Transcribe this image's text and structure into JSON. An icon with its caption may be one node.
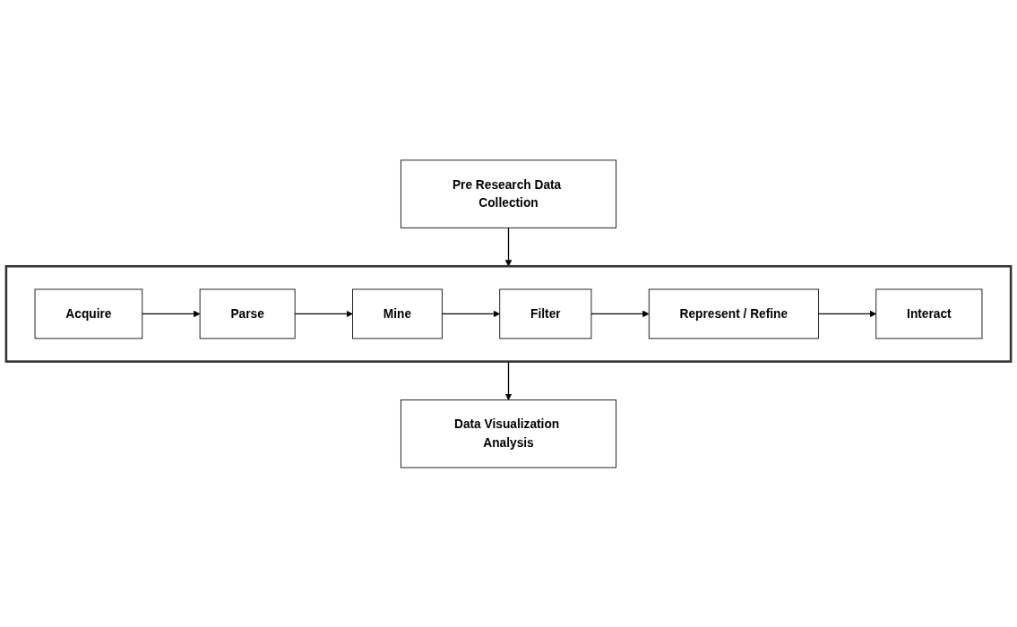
{
  "diagram": {
    "nodes": [
      {
        "text": [
          "Pre Research Data Collection"
        ]
      },
      {
        "text": [],
        "shape": "box"
      },
      {
        "text": [
          "Acquire"
        ],
        "in": 1
      },
      {
        "text": [
          "Parse"
        ],
        "in": 1
      },
      {
        "text": [
          "Mine"
        ],
        "in": 1
      },
      {
        "text": [
          "Filter"
        ],
        "in": 1
      },
      {
        "text": [
          "Represent / Refine"
        ],
        "in": 1
      },
      {
        "text": [
          "Interact"
        ],
        "in": 1
      },
      {
        "text": [
          "Data Visualization Analysis"
        ]
      }
    ],
    "edges": [
      {
        "from": 0,
        "to": 1,
        "arrow": "to"
      },
      {
        "from": 2,
        "to": 3,
        "arrow": "to"
      },
      {
        "from": 3,
        "to": 4,
        "arrow": "to"
      },
      {
        "from": 4,
        "to": 5,
        "arrow": "to"
      },
      {
        "from": 5,
        "to": 6,
        "arrow": "to"
      },
      {
        "from": 6,
        "to": 7,
        "arrow": "to"
      },
      {
        "from": 1,
        "to": 8,
        "arrow": "to"
      }
    ]
  }
}
